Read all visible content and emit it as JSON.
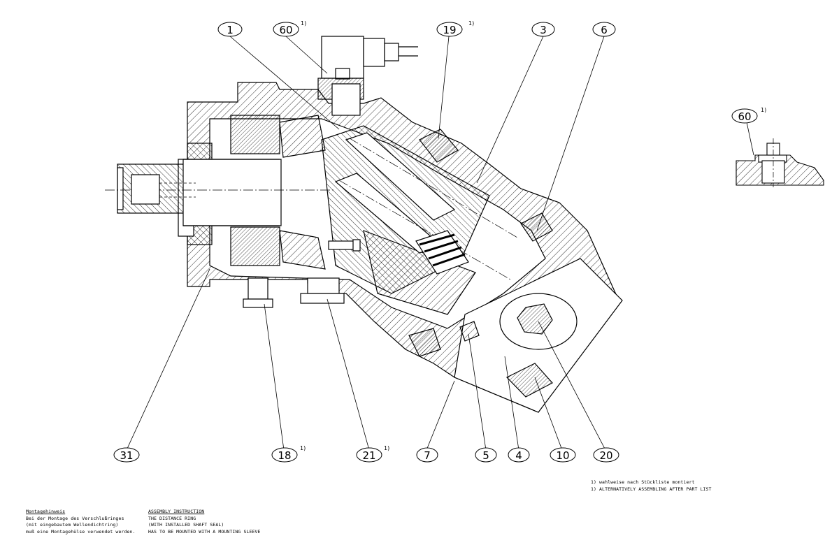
{
  "balloons": [
    {
      "id": "b1",
      "label": "1",
      "footnote": ""
    },
    {
      "id": "b60",
      "label": "60",
      "footnote": "1)"
    },
    {
      "id": "b19",
      "label": "19",
      "footnote": "1)"
    },
    {
      "id": "b3",
      "label": "3",
      "footnote": ""
    },
    {
      "id": "b6",
      "label": "6",
      "footnote": ""
    },
    {
      "id": "b60d",
      "label": "60",
      "footnote": "1)"
    },
    {
      "id": "b31",
      "label": "31",
      "footnote": ""
    },
    {
      "id": "b18",
      "label": "18",
      "footnote": "1)"
    },
    {
      "id": "b21",
      "label": "21",
      "footnote": "1)"
    },
    {
      "id": "b7",
      "label": "7",
      "footnote": ""
    },
    {
      "id": "b5",
      "label": "5",
      "footnote": ""
    },
    {
      "id": "b4",
      "label": "4",
      "footnote": ""
    },
    {
      "id": "b10",
      "label": "10",
      "footnote": ""
    },
    {
      "id": "b20",
      "label": "20",
      "footnote": ""
    }
  ],
  "footnote": {
    "line1": "1) wahlweise nach Stückliste montiert",
    "line2": "1) ALTERNATIVELY ASSEMBLING AFTER PART LIST"
  },
  "note_de": {
    "heading": "Montagehinweis",
    "line1": "Bei der Montage des Verschlußringes",
    "line2": "(mit eingebautem Wellendichtring)",
    "line3": "muß eine Montagehülse verwendet werden."
  },
  "note_en": {
    "heading": "ASSEMBLY INSTRUCTION",
    "line1": "THE DISTANCE RING",
    "line2": "(WITH INSTALLED SHAFT SEAL)",
    "line3": "HAS TO BE MOUNTED WITH A MOUNTING SLEEVE"
  }
}
